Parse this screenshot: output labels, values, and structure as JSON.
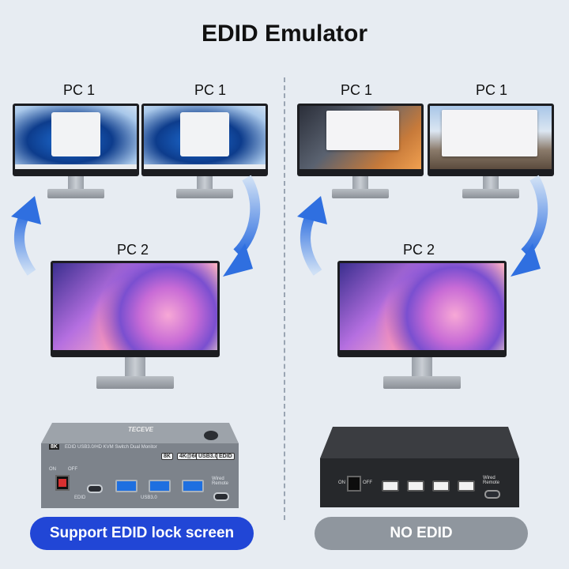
{
  "title": "EDID Emulator",
  "left": {
    "top_left_label": "PC 1",
    "top_right_label": "PC 1",
    "bottom_label": "PC 2",
    "pill": "Support EDID lock screen",
    "device": {
      "brand": "TECEVE",
      "badge_8k": "8K",
      "header_text": "EDID USB3.0/HD KVM Switch Dual Monitor",
      "badge_1": "8K",
      "badge_2": "4K@60",
      "badge_3": "USB3.0",
      "badge_4": "EDID",
      "on": "ON",
      "off": "OFF",
      "edid": "EDID",
      "usb": "USB3.0",
      "wired_remote": "Wired Remote"
    }
  },
  "right": {
    "top_left_label": "PC 1",
    "top_right_label": "PC 1",
    "bottom_label": "PC 2",
    "pill": "NO EDID",
    "device": {
      "on": "ON",
      "off": "OFF",
      "wired_remote": "Wired Remote"
    }
  },
  "colors": {
    "arrow_blue": "#2f6fe0",
    "pill_blue": "#2146d6",
    "pill_gray": "#8f969e"
  }
}
